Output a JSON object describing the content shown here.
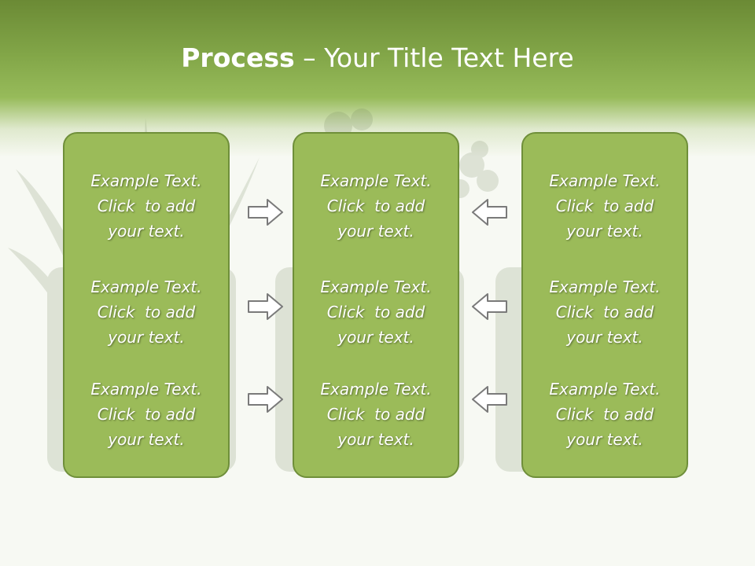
{
  "slide": {
    "title_bold": "Process",
    "title_rest": " – Your Title Text Here",
    "colors": {
      "header": "#82a648",
      "panel": "#9bbb59",
      "panel_border": "#6f8f3a",
      "arrow_fill": "#ffffff",
      "arrow_stroke": "#7a7a7a"
    },
    "panels": [
      {
        "cells": [
          {
            "line1": "Example Text.",
            "line2": "Click  to add",
            "line3": "your text."
          },
          {
            "line1": "Example Text.",
            "line2": "Click  to add",
            "line3": "your text."
          },
          {
            "line1": "Example Text.",
            "line2": "Click  to add",
            "line3": "your text."
          }
        ]
      },
      {
        "cells": [
          {
            "line1": "Example Text.",
            "line2": "Click  to add",
            "line3": "your text."
          },
          {
            "line1": "Example Text.",
            "line2": "Click  to add",
            "line3": "your text."
          },
          {
            "line1": "Example Text.",
            "line2": "Click  to add",
            "line3": "your text."
          }
        ]
      },
      {
        "cells": [
          {
            "line1": "Example Text.",
            "line2": "Click  to add",
            "line3": "your text."
          },
          {
            "line1": "Example Text.",
            "line2": "Click  to add",
            "line3": "your text."
          },
          {
            "line1": "Example Text.",
            "line2": "Click  to add",
            "line3": "your text."
          }
        ]
      }
    ],
    "arrows_left_group": "right-arrow-icon",
    "arrows_right_group": "left-arrow-icon"
  }
}
